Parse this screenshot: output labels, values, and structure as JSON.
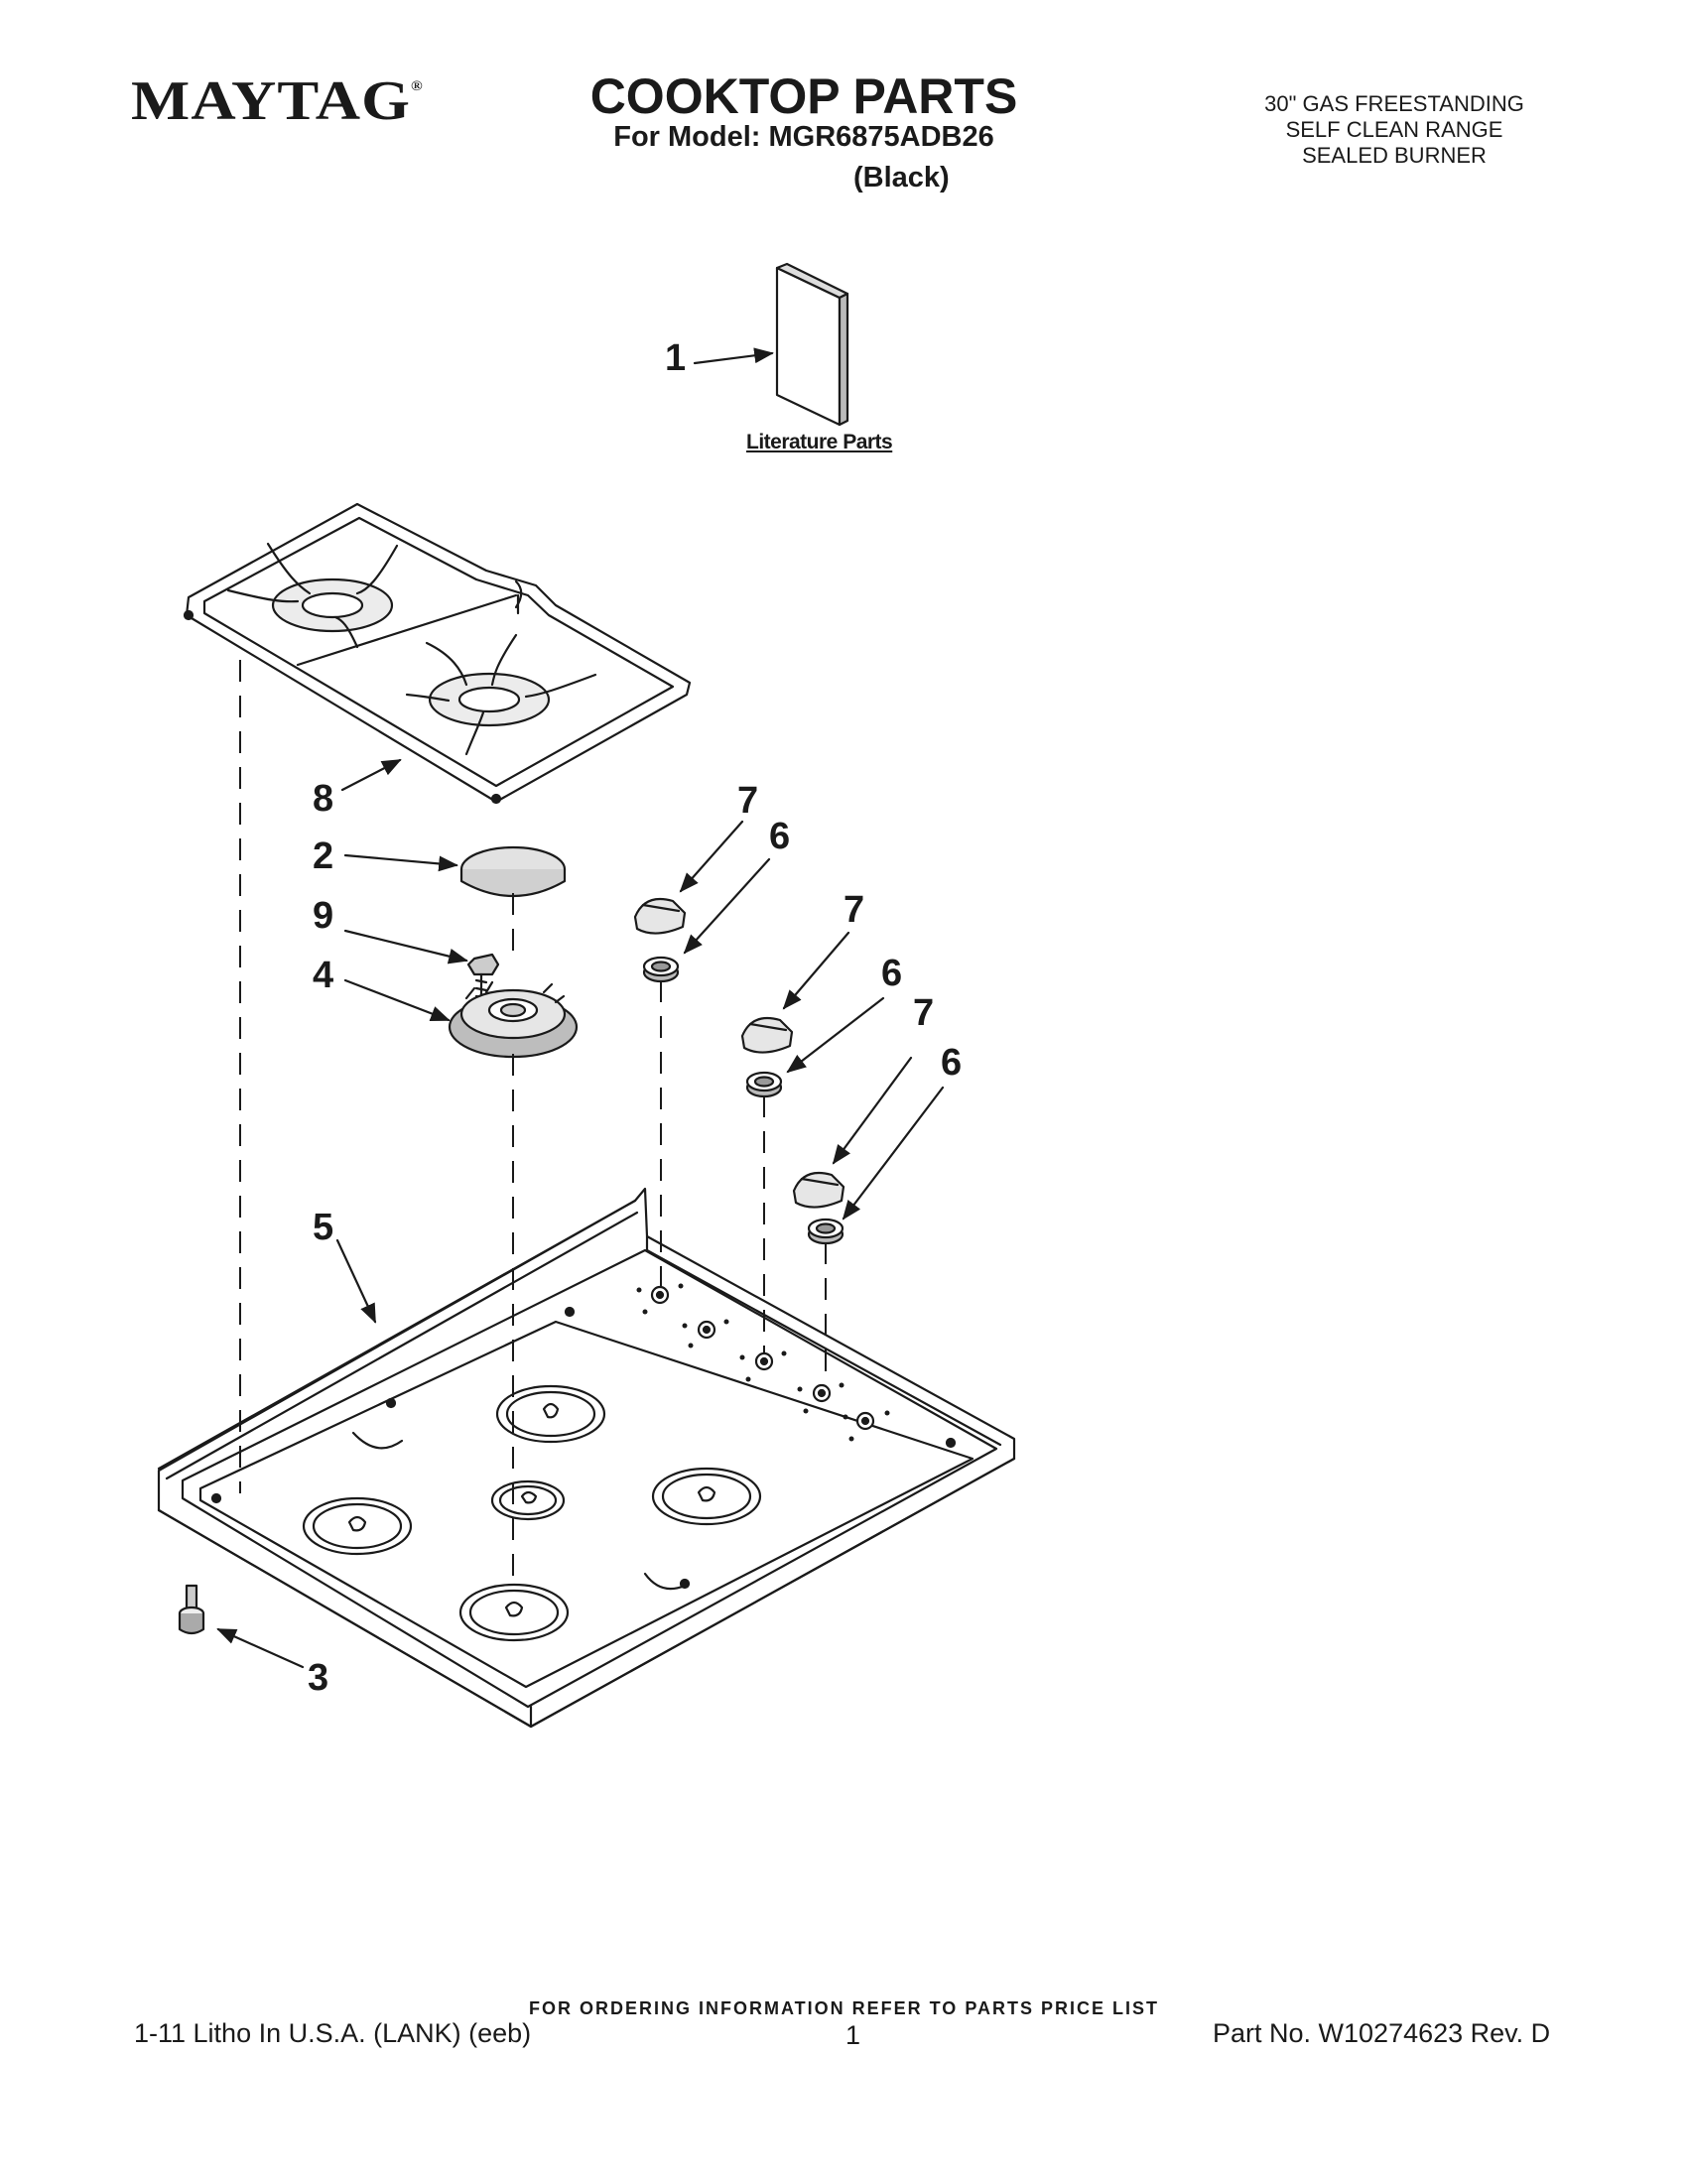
{
  "header": {
    "brand": "MAYTAG",
    "title": "COOKTOP PARTS",
    "model_line": "For Model: MGR6875ADB26",
    "color_line": "(Black)",
    "description": [
      "30\" GAS FREESTANDING",
      "SELF CLEAN RANGE",
      "SEALED BURNER"
    ]
  },
  "diagram": {
    "literature_label": "Literature Parts",
    "callouts": {
      "c1": "1",
      "c2": "2",
      "c3": "3",
      "c4": "4",
      "c5": "5",
      "c6a": "6",
      "c6b": "6",
      "c6c": "6",
      "c7a": "7",
      "c7b": "7",
      "c7c": "7",
      "c8": "8",
      "c9": "9"
    }
  },
  "footer": {
    "ordering": "FOR ORDERING INFORMATION REFER TO PARTS PRICE LIST",
    "litho": "1-11 Litho In U.S.A. (LANK) (eeb)",
    "page": "1",
    "part_no": "Part No. W10274623 Rev. D"
  },
  "colors": {
    "ink": "#1a1a1a",
    "paper": "#ffffff",
    "shade": "#cfcfcf"
  }
}
